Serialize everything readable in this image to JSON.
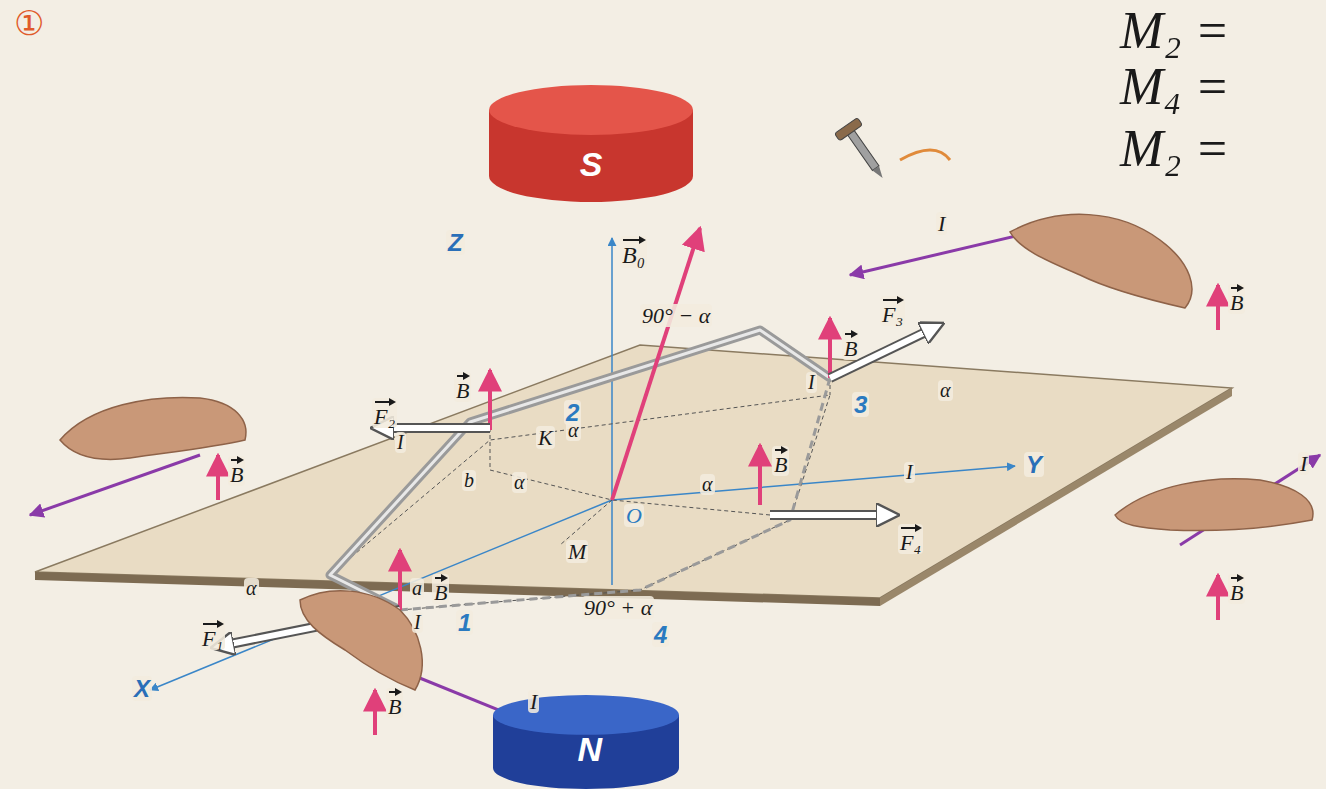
{
  "diagram": {
    "nodes": [
      {
        "text": [
          "S"
        ]
      },
      {
        "text": [
          "N"
        ]
      }
    ],
    "labels": [
      "①",
      "M₂ =",
      "M₄ =",
      "M₂ =",
      "Z",
      "X",
      "Y",
      "B₀",
      "I",
      "I",
      "I",
      "I",
      "I",
      "I",
      "I",
      "B",
      "B",
      "B",
      "B",
      "B",
      "B",
      "B",
      "B",
      "F₁",
      "F₂",
      "F₃",
      "F₄",
      "90° − α",
      "90° + α",
      "α",
      "α",
      "α",
      "α",
      "α",
      "1",
      "2",
      "3",
      "4",
      "K",
      "O",
      "M",
      "a",
      "b"
    ]
  }
}
